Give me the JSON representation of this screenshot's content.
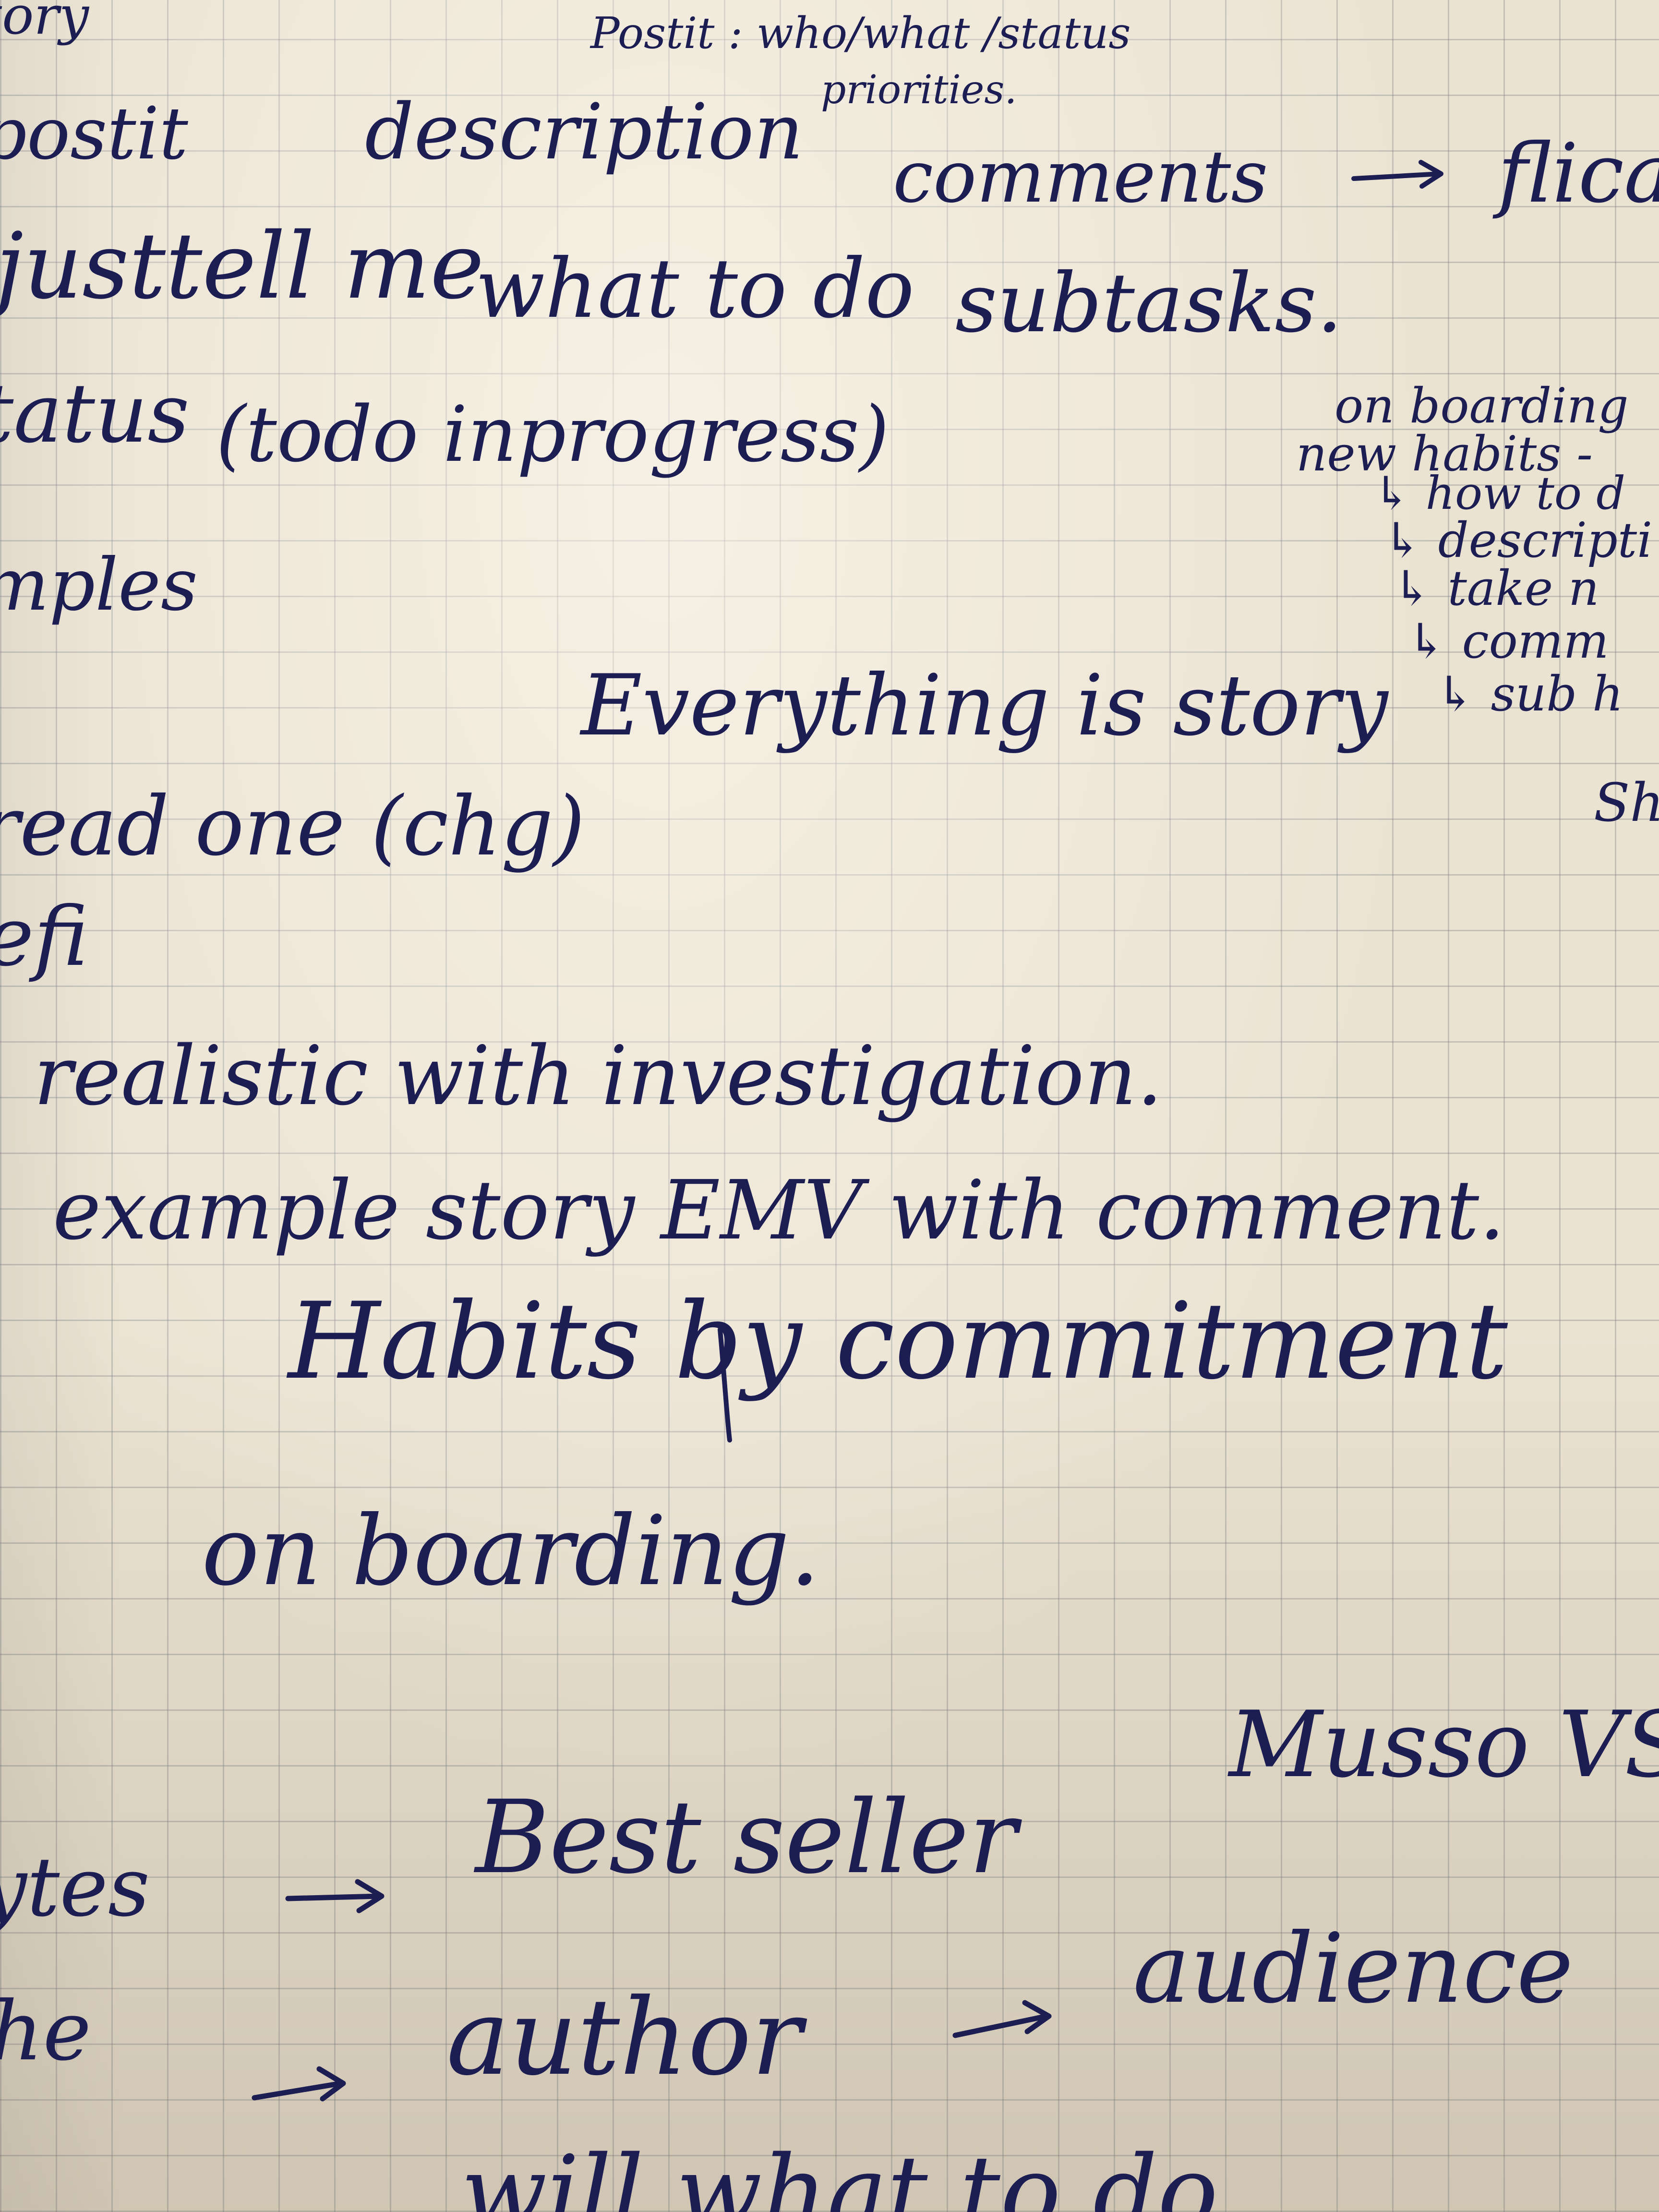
{
  "notes": {
    "corner_top": "tory",
    "postit_header": "Postit : who/what /status",
    "postit_header_2": "priorities.",
    "row_postit": "postit",
    "row_description": "description",
    "row_comments": "comments",
    "row_flicat": "flica",
    "row_justtell": "justtell me",
    "row_whattodo": "what to do",
    "row_subtasks": "subtasks.",
    "row_status": "tatus",
    "row_todo": "(todo inprogress)",
    "row_examples": "mples",
    "right_onboarding": "on boarding",
    "right_newhabits": "new habits -",
    "right_item_1": "↳ how to d",
    "right_item_2": "↳ descripti",
    "right_item_3": "↳ take n",
    "right_item_4": "↳ comm",
    "right_item_5": "↳ sub h",
    "right_sh": "Sh",
    "everything": "Everything is story",
    "read_one": "read one (chg)",
    "defi": "efi",
    "realistic": "realistic with investigation.",
    "example_story": "example story EMV with comment.",
    "habits": "Habits by commitment",
    "onboarding": "on boarding.",
    "best_seller": "Best seller",
    "musso": "Musso VS",
    "left_bottom_1": "ytes",
    "left_bottom_2": "he",
    "author": "author",
    "audience": "audience",
    "bottom_line": "will  what to do."
  },
  "colors": {
    "ink": "#1c1d52",
    "paper": "#ebe3d2",
    "grid": "#787d87"
  }
}
